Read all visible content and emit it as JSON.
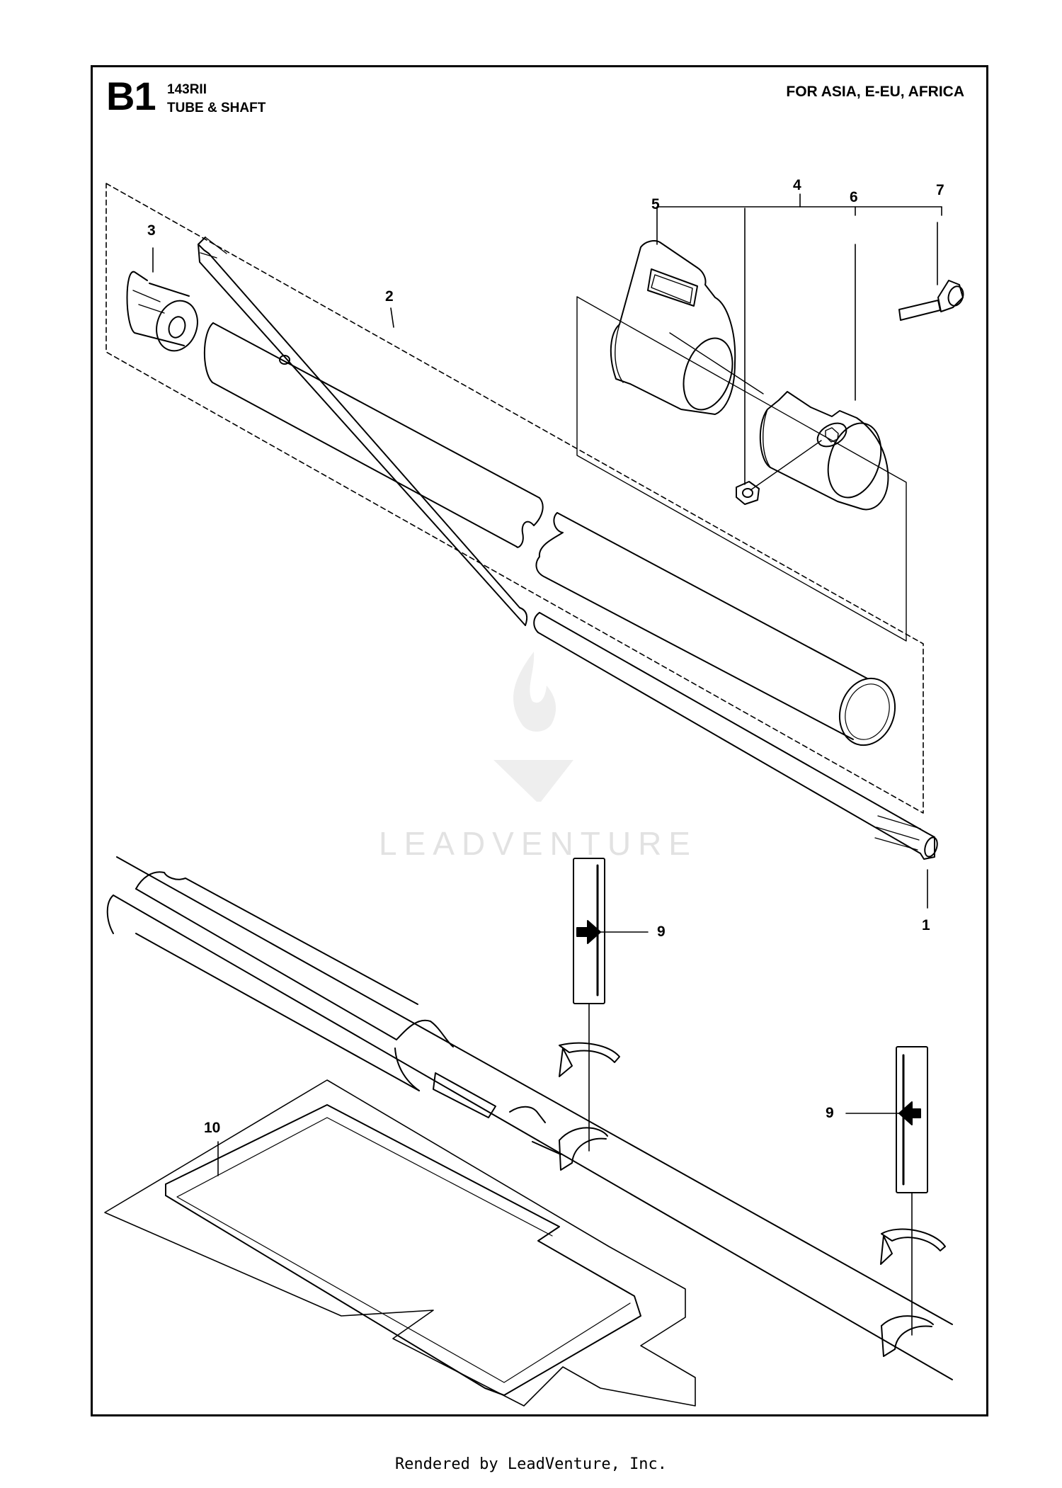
{
  "header": {
    "section": "B1",
    "model": "143RII",
    "subtitle": "TUBE & SHAFT",
    "region": "FOR ASIA, E-EU, AFRICA"
  },
  "callouts": [
    "1",
    "2",
    "3",
    "4",
    "5",
    "6",
    "7",
    "9",
    "9",
    "10"
  ],
  "watermark": "LEADVENTURE",
  "footer": "Rendered by LeadVenture, Inc."
}
